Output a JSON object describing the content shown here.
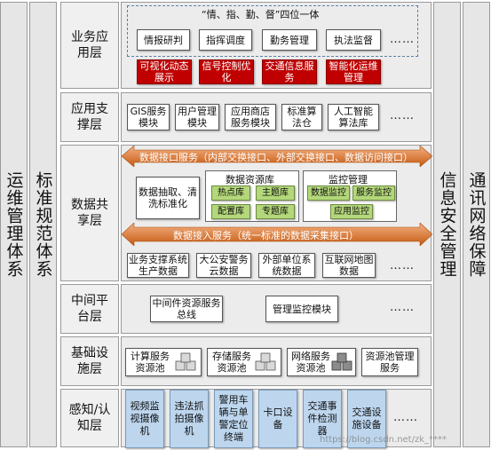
{
  "columns": {
    "ops_management": "运维管理体系",
    "standards": "标准规范体系",
    "info_security": "信息安全管理",
    "comm_network": "通讯网络保障"
  },
  "layers": {
    "business": {
      "label": "业务应用层",
      "banner": "“情、指、勤、督”四位一体",
      "items": [
        "情报研判",
        "指挥调度",
        "勤务管理",
        "执法监督"
      ],
      "red_items": [
        "可视化动态展示",
        "信号控制优化",
        "交通信息服务",
        "智能化运维管理"
      ],
      "more": "……"
    },
    "support": {
      "label": "应用支撑层",
      "items": [
        "GIS服务模块",
        "用户管理模块",
        "应用商店服务模块",
        "标准算法仓",
        "人工智能算法库"
      ],
      "more": "……"
    },
    "data": {
      "label": "数据共享层",
      "interface_arrow": "数据接口服务（内部交换接口、外部交换接口、数据访问接口）",
      "extract": "数据抽取、清洗标准化",
      "resource_db": {
        "title": "数据资源库",
        "items": [
          "热点库",
          "主题库",
          "配置库",
          "专题库"
        ]
      },
      "monitor": {
        "title": "监控管理",
        "items": [
          "数据监控",
          "服务监控",
          "应用监控"
        ]
      },
      "ingest_arrow": "数据接入服务（统一标准的数据采集接口）",
      "sources": [
        "业务支撑系统生产数据",
        "大公安警务云数据",
        "外部单位系统数据",
        "互联网地图数据"
      ],
      "more": "……"
    },
    "middle": {
      "label": "中间平台层",
      "items": [
        "中间件资源服务总线",
        "管理监控模块"
      ],
      "more": "……"
    },
    "infra": {
      "label": "基础设施层",
      "items": [
        "计算服务资源池",
        "存储服务资源池",
        "网络服务资源池",
        "资源池管理服务"
      ]
    },
    "sensing": {
      "label": "感知/认知层",
      "items": [
        "视频监视摄像机",
        "违法抓拍摄像机",
        "警用车辆与单警定位终端",
        "卡口设备",
        "交通事件检测器",
        "交通设施设备"
      ],
      "more": "……"
    }
  },
  "watermark": "https://blog.csdn.net/zk_****"
}
